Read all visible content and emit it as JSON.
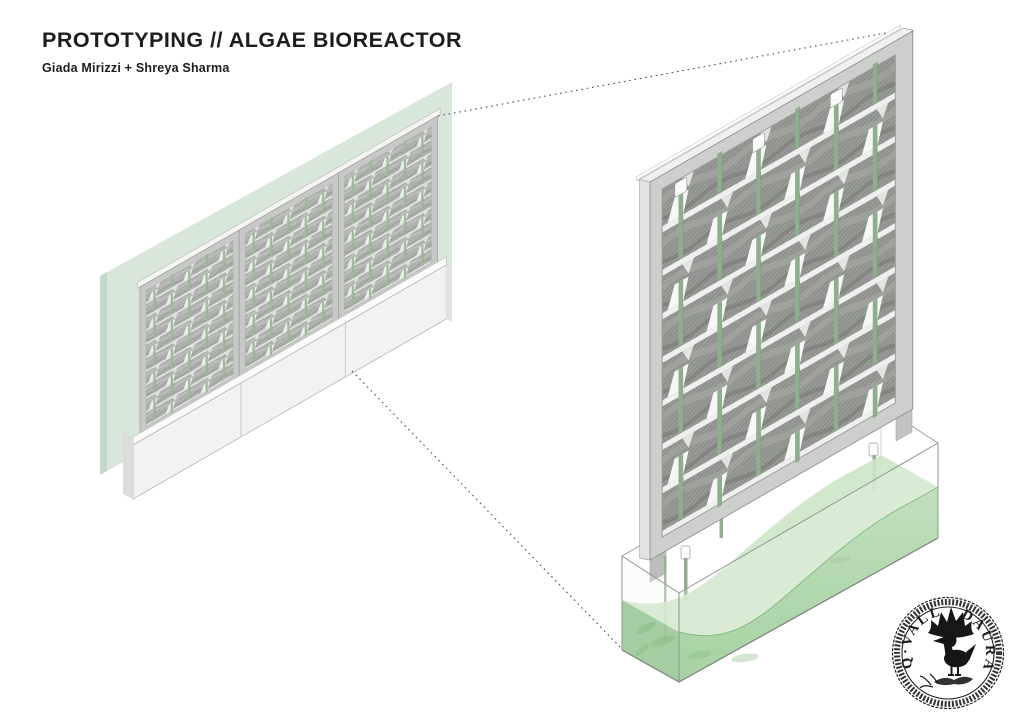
{
  "header": {
    "title": "PROTOTYPING // ALGAE BIOREACTOR",
    "byline": "Giada Mirizzi + Shreya Sharma"
  },
  "figure": {
    "overview": {
      "description": "Algae bioreactor wall: three woven fabric panels on white planter bases in front of a green backdrop",
      "panel_count": 3,
      "weave_rows": 10,
      "rod_columns": 5
    },
    "detail": {
      "description": "Enlarged prototype panel: woven algae-fabric screen in a frame standing in a glass tank of green algae water",
      "weave_rows": 8,
      "rod_columns": 6
    },
    "colors": {
      "backdrop_green": "#d9e7db",
      "fabric_gray": "#8f928e",
      "fabric_gray_light": "#b0b3af",
      "rod_green": "#8fae8b",
      "algae_water": "#8cc487",
      "water_surface": "#cde6c8",
      "frame_gray": "#cdcfcc",
      "base_white": "#f1f2f1"
    }
  },
  "stamp": {
    "text_left": "Q·VALL",
    "text_right": "DAURA",
    "symbol": "duck-with-crown-seal"
  }
}
